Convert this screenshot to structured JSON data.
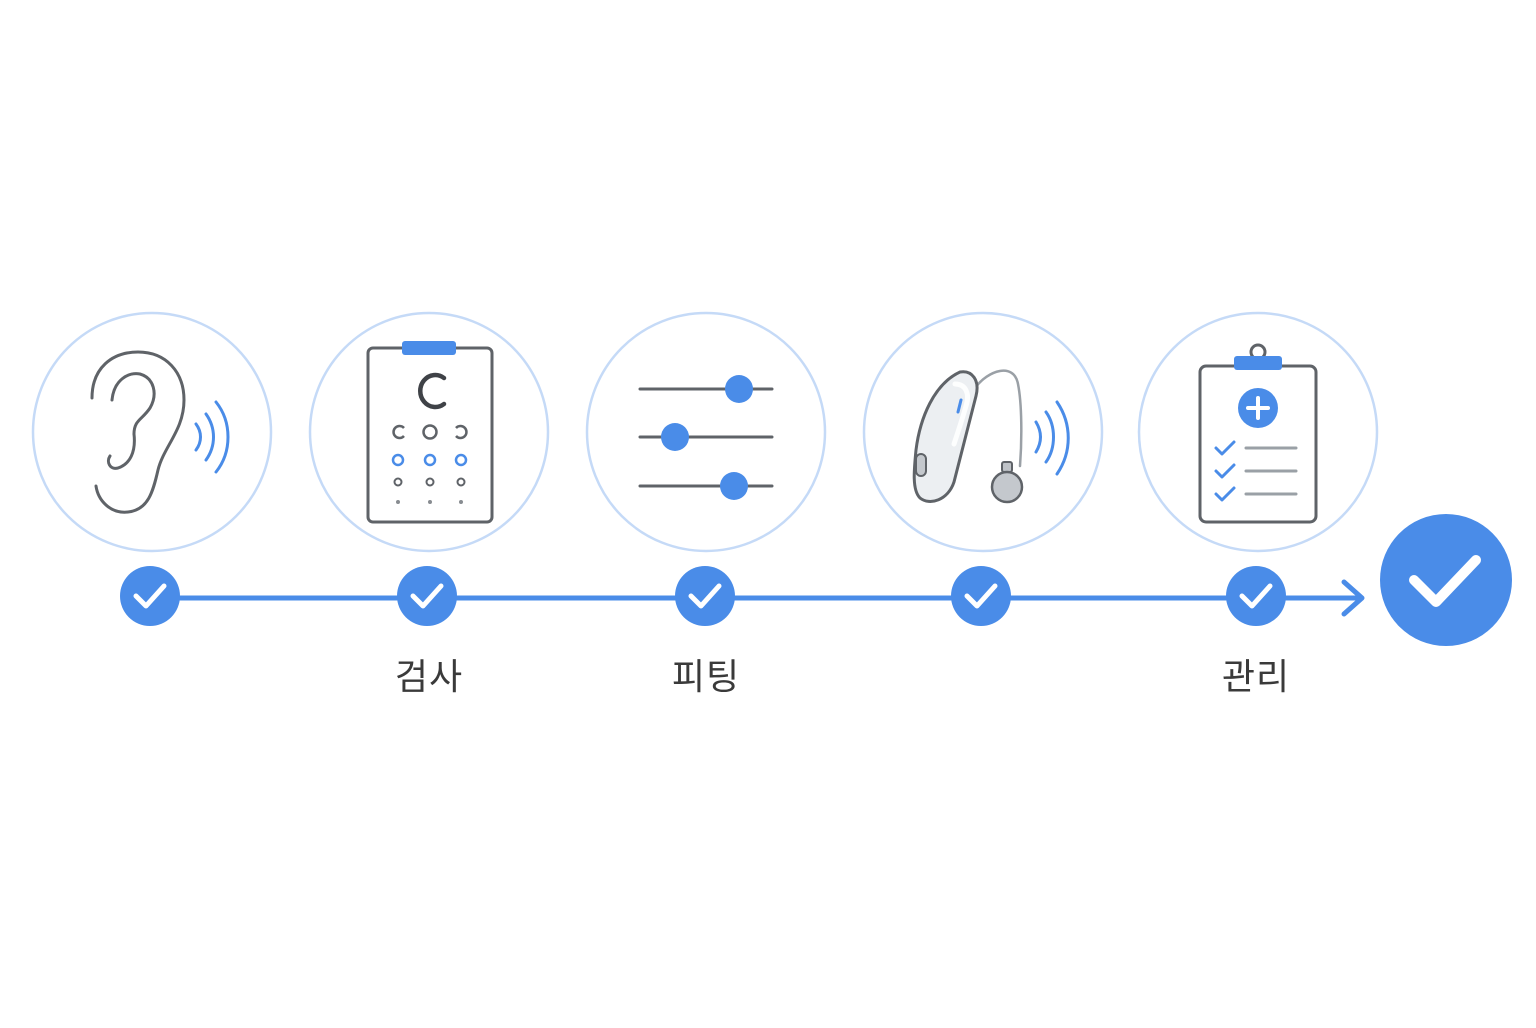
{
  "colors": {
    "accent": "#4a8ce8",
    "ring": "#c5daf7",
    "icon_stroke": "#5f6368",
    "icon_fill_light": "#f4f6f8",
    "label_text": "#3a3a3a",
    "background": "#ffffff"
  },
  "flow": {
    "steps": [
      {
        "icon": "ear-sound-icon",
        "label": "",
        "completed": true
      },
      {
        "icon": "eye-test-chart-icon",
        "label": "검사",
        "completed": true
      },
      {
        "icon": "adjustment-sliders-icon",
        "label": "피팅",
        "completed": true
      },
      {
        "icon": "hearing-aid-icon",
        "label": "",
        "completed": true
      },
      {
        "icon": "medical-clipboard-icon",
        "label": "관리",
        "completed": true
      }
    ],
    "final": {
      "icon": "check-icon",
      "completed": true
    }
  }
}
